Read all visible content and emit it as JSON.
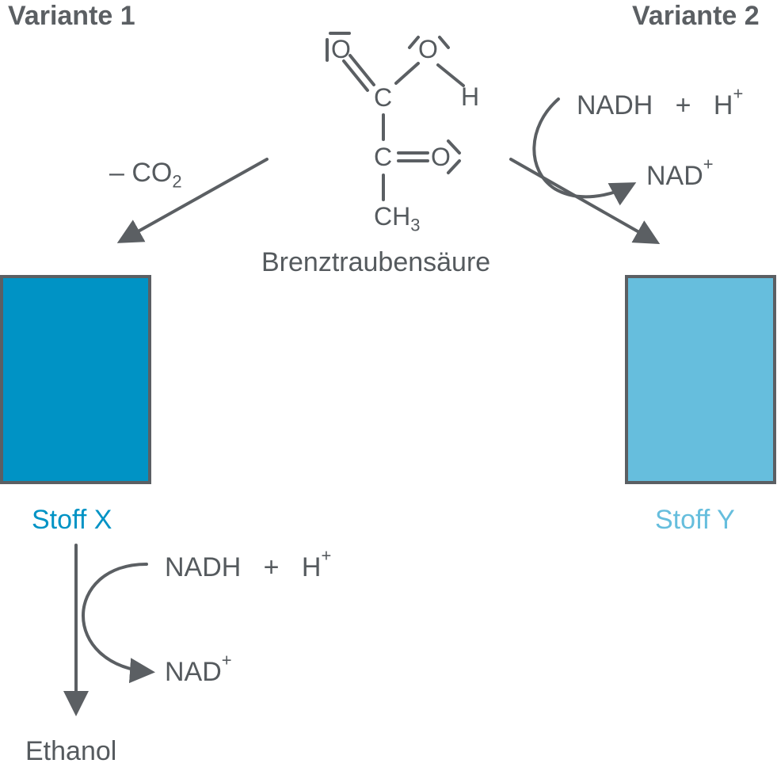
{
  "variant1": {
    "heading": "Variante 1",
    "loss": "– CO",
    "loss_sub": "2",
    "product": "Stoff X",
    "product_color": "#0093c5",
    "cofactor_in": "NADH   +   H",
    "cofactor_in_sup": "+",
    "cofactor_out": "NAD",
    "cofactor_out_sup": "+",
    "final": "Ethanol"
  },
  "variant2": {
    "heading": "Variante 2",
    "cofactor_in": "NADH   +   H",
    "cofactor_in_sup": "+",
    "cofactor_out": "NAD",
    "cofactor_out_sup": "+",
    "product": "Stoff Y",
    "product_color": "#66bedd"
  },
  "molecule": {
    "name": "Brenztraubensäure",
    "atoms": {
      "o_top": "O",
      "o_hydroxyl": "O",
      "h": "H",
      "c1": "C",
      "c2": "C",
      "o_keto": "O",
      "ch": "CH",
      "ch_sub": "3"
    }
  },
  "colors": {
    "line": "#5b5f63",
    "text": "#555a5e"
  }
}
